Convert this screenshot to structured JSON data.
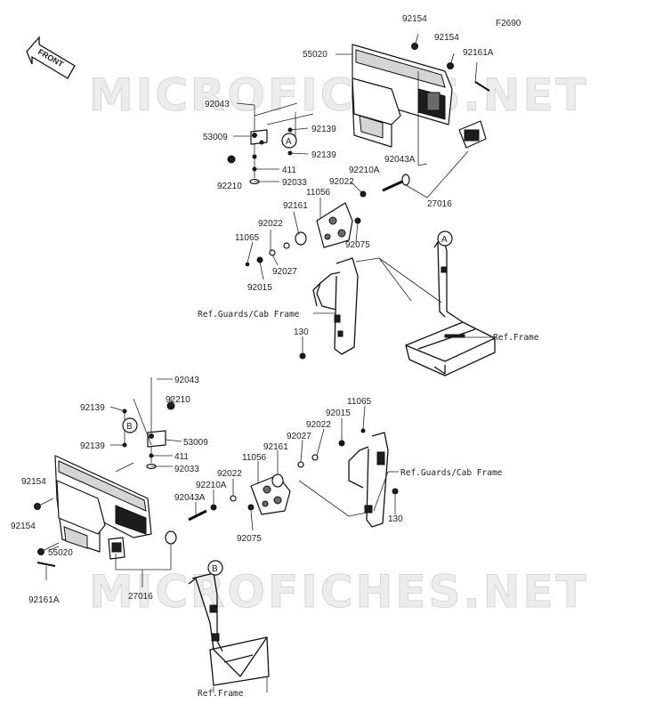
{
  "figure_code": "F2690",
  "front_arrow_label": "FRONT",
  "watermark_text": "MICROFICHES.NET",
  "callouts": {
    "a": "A",
    "b": "B"
  },
  "upper_assembly": {
    "labels": {
      "p92154_a": "92154",
      "p92154_b": "92154",
      "p92161a": "92161A",
      "p55020": "55020",
      "p92043": "92043",
      "p92139_a": "92139",
      "p53009": "53009",
      "p92139_b": "92139",
      "p411": "411",
      "p92210": "92210",
      "p92033": "92033",
      "p92043a": "92043A",
      "p92210a": "92210A",
      "p92022_a": "92022",
      "p11056": "11056",
      "p27016": "27016",
      "p92161": "92161",
      "p92022_b": "92022",
      "p11065": "11065",
      "p92075": "92075",
      "p92027": "92027",
      "p92015": "92015",
      "ref_guards": "Ref.Guards/Cab Frame",
      "p130": "130",
      "ref_frame": "Ref.Frame"
    }
  },
  "lower_assembly": {
    "labels": {
      "p92043": "92043",
      "p92139_a": "92139",
      "p92210": "92210",
      "p92139_b": "92139",
      "p53009": "53009",
      "p411": "411",
      "p92033": "92033",
      "p11065": "11065",
      "p92015": "92015",
      "p92022_a": "92022",
      "p92027": "92027",
      "p92161": "92161",
      "p11056": "11056",
      "ref_guards": "Ref.Guards/Cab Frame",
      "p92022_b": "92022",
      "p92210a": "92210A",
      "p92043a": "92043A",
      "p92154_a": "92154",
      "p92154_b": "92154",
      "p130": "130",
      "p92075": "92075",
      "p55020": "55020",
      "p27016": "27016",
      "p92161a": "92161A",
      "ref_frame": "Ref.Frame"
    }
  }
}
